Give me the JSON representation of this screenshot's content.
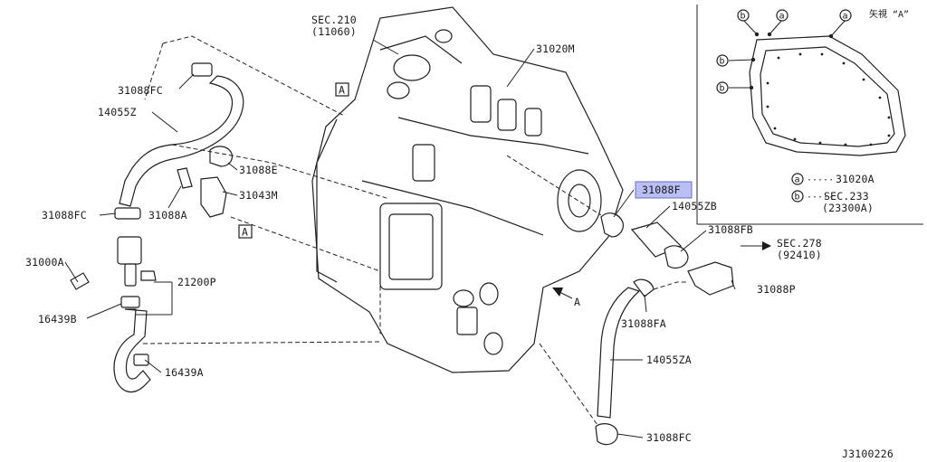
{
  "diagram_id": "J3100226",
  "labels": {
    "sec210": "SEC.210",
    "sec210_num": "(11060)",
    "p31020M": "31020M",
    "p31088FC_top": "31088FC",
    "p14055Z": "14055Z",
    "p31088E": "31088E",
    "p31043M": "31043M",
    "p31088FC_mid": "31088FC",
    "p31088A": "31088A",
    "p31000A": "31000A",
    "p21200P": "21200P",
    "p16439B": "16439B",
    "p16439A": "16439A",
    "p31088F": "31088F",
    "p14055ZB": "14055ZB",
    "p31088FB": "31088FB",
    "sec278": "SEC.278",
    "sec278_num": "(92410)",
    "p31088P": "31088P",
    "p31088FA": "31088FA",
    "p14055ZA": "14055ZA",
    "p31088FC_bot": "31088FC",
    "ref_A": "A",
    "arrow_A": "A"
  },
  "inset": {
    "title": "矢視 “A”",
    "marker_a": "a",
    "marker_b": "b",
    "legend": [
      {
        "marker": "a",
        "text": "31020A",
        "extra": ""
      },
      {
        "marker": "b",
        "text": "SEC.233",
        "extra": "(23300A)"
      }
    ]
  },
  "colors": {
    "highlight": "#b9bff2",
    "line": "#222222"
  }
}
